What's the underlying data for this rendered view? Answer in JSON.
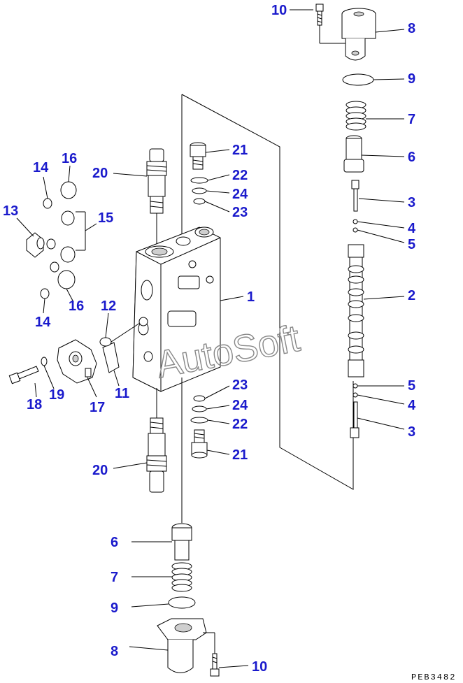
{
  "watermark": "AutoSoft",
  "drawing_code": "PEB3482",
  "callouts": [
    {
      "id": "c-10-top",
      "text": "10"
    },
    {
      "id": "c-8-top",
      "text": "8"
    },
    {
      "id": "c-9-top",
      "text": "9"
    },
    {
      "id": "c-7-top",
      "text": "7"
    },
    {
      "id": "c-6-top",
      "text": "6"
    },
    {
      "id": "c-3-top",
      "text": "3"
    },
    {
      "id": "c-4-top",
      "text": "4"
    },
    {
      "id": "c-5-top",
      "text": "5"
    },
    {
      "id": "c-2",
      "text": "2"
    },
    {
      "id": "c-5-bot",
      "text": "5"
    },
    {
      "id": "c-4-bot",
      "text": "4"
    },
    {
      "id": "c-3-bot",
      "text": "3"
    },
    {
      "id": "c-21-top",
      "text": "21"
    },
    {
      "id": "c-22-top",
      "text": "22"
    },
    {
      "id": "c-24-top",
      "text": "24"
    },
    {
      "id": "c-23-top",
      "text": "23"
    },
    {
      "id": "c-1",
      "text": "1"
    },
    {
      "id": "c-23-bot",
      "text": "23"
    },
    {
      "id": "c-24-bot",
      "text": "24"
    },
    {
      "id": "c-22-bot",
      "text": "22"
    },
    {
      "id": "c-21-bot",
      "text": "21"
    },
    {
      "id": "c-20-top",
      "text": "20"
    },
    {
      "id": "c-20-bot",
      "text": "20"
    },
    {
      "id": "c-14-top",
      "text": "14"
    },
    {
      "id": "c-16-top",
      "text": "16"
    },
    {
      "id": "c-13",
      "text": "13"
    },
    {
      "id": "c-15",
      "text": "15"
    },
    {
      "id": "c-16-bot",
      "text": "16"
    },
    {
      "id": "c-14-bot",
      "text": "14"
    },
    {
      "id": "c-12",
      "text": "12"
    },
    {
      "id": "c-11",
      "text": "11"
    },
    {
      "id": "c-18",
      "text": "18"
    },
    {
      "id": "c-19",
      "text": "19"
    },
    {
      "id": "c-17",
      "text": "17"
    },
    {
      "id": "c-6-bot",
      "text": "6"
    },
    {
      "id": "c-7-bot",
      "text": "7"
    },
    {
      "id": "c-9-bot",
      "text": "9"
    },
    {
      "id": "c-8-bot",
      "text": "8"
    },
    {
      "id": "c-10-bot",
      "text": "10"
    }
  ]
}
